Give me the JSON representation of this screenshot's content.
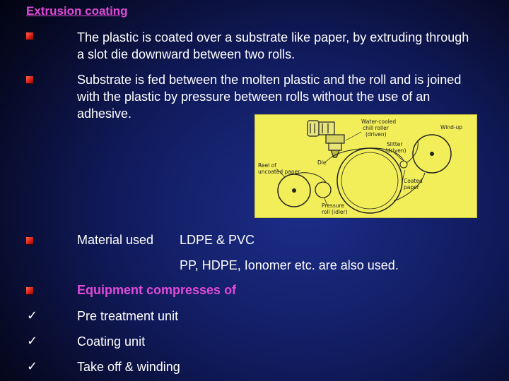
{
  "slide": {
    "title": "Extrusion coating",
    "paragraphs": [
      "The plastic is coated over a substrate  like paper, by extruding through a slot die downward between two rolls.",
      "Substrate is fed between the molten plastic and the roll and is joined with the plastic by pressure between rolls without the use of an adhesive."
    ],
    "material": {
      "label": "Material used",
      "value": "LDPE & PVC",
      "extra": "PP, HDPE, Ionomer etc. are also used."
    },
    "equipment_heading": "Equipment compresses of",
    "equipment_items": [
      "Pre treatment unit",
      "Coating unit",
      "Take off & winding"
    ],
    "check_glyph": "✓",
    "colors": {
      "title": "#e04ad8",
      "bullet": "#d8201a",
      "diagram_bg": "#f2ee5a"
    }
  },
  "diagram": {
    "labels": {
      "chill_roller": [
        "Water-cooled",
        "chill roller",
        "(driven)"
      ],
      "windup": "Wind-up",
      "slitter": [
        "Slitter",
        "(driven)"
      ],
      "reel": [
        "Reel of",
        "uncoated paper"
      ],
      "die": "Die",
      "coated": [
        "Coated",
        "paper"
      ],
      "pressure_roll": [
        "Pressure",
        "roll (idler)"
      ]
    }
  }
}
